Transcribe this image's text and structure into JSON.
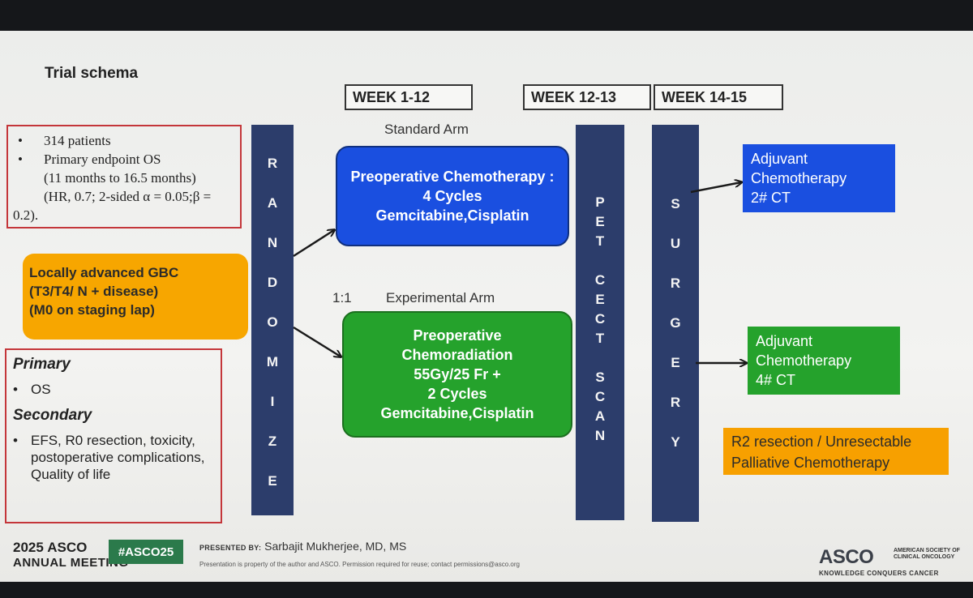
{
  "title": "Trial schema",
  "weeks": [
    "WEEK 1-12",
    "WEEK 12-13",
    "WEEK 14-15"
  ],
  "design": {
    "lines": [
      "314 patients",
      "Primary endpoint OS",
      "(11 months to 16.5 months)",
      "(HR, 0.7; 2-sided α = 0.05;β =",
      "0.2)."
    ]
  },
  "population": {
    "lines": [
      "Locally advanced GBC",
      "(T3/T4/ N + disease)",
      "(M0 on staging lap)"
    ]
  },
  "endpoints": {
    "primary_heading": "Primary",
    "primary_items": [
      "OS"
    ],
    "secondary_heading": "Secondary",
    "secondary_items": [
      "EFS, R0 resection, toxicity, postoperative complications, Quality of life"
    ]
  },
  "randomize_letters": [
    "R",
    "A",
    "N",
    "D",
    "O",
    "M",
    "I",
    "Z",
    "E"
  ],
  "ratio": "1:1",
  "standard_arm": {
    "label": "Standard Arm",
    "lines": [
      "Preoperative Chemotherapy :",
      "4 Cycles",
      "Gemcitabine,Cisplatin"
    ]
  },
  "experimental_arm": {
    "label": "Experimental Arm",
    "lines": [
      "Preoperative",
      "Chemoradiation",
      "55Gy/25 Fr +",
      "2 Cycles",
      "Gemcitabine,Cisplatin"
    ]
  },
  "pet_letters": [
    "P",
    "E",
    "T",
    "",
    "C",
    "E",
    "C",
    "T",
    "",
    "S",
    "C",
    "A",
    "N"
  ],
  "surgery_letters": [
    "S",
    "U",
    "R",
    "G",
    "E",
    "R",
    "Y"
  ],
  "adjuvant_standard": [
    "Adjuvant",
    "Chemotherapy",
    "2# CT"
  ],
  "adjuvant_experimental": [
    "Adjuvant",
    "Chemotherapy",
    "4# CT"
  ],
  "r2": [
    "R2 resection / Unresectable",
    "Palliative Chemotherapy"
  ],
  "footer": {
    "year": "2025",
    "asco": "ASCO",
    "annual_meeting": "ANNUAL MEETING",
    "hashtag": "#ASCO25",
    "presented_by": "PRESENTED BY:",
    "presenter": "Sarbajit Mukherjee, MD, MS",
    "notice": "Presentation is property of the author and ASCO. Permission required for reuse; contact permissions@asco.org",
    "logo_text": "ASCO",
    "society": "AMERICAN SOCIETY OF CLINICAL ONCOLOGY",
    "tagline": "KNOWLEDGE CONQUERS CANCER"
  },
  "colors": {
    "blue": "#1a4fe0",
    "green": "#25a22c",
    "orange": "#f7a600",
    "navy_bar": "#2c3d6b",
    "red_border": "#c4363a"
  }
}
